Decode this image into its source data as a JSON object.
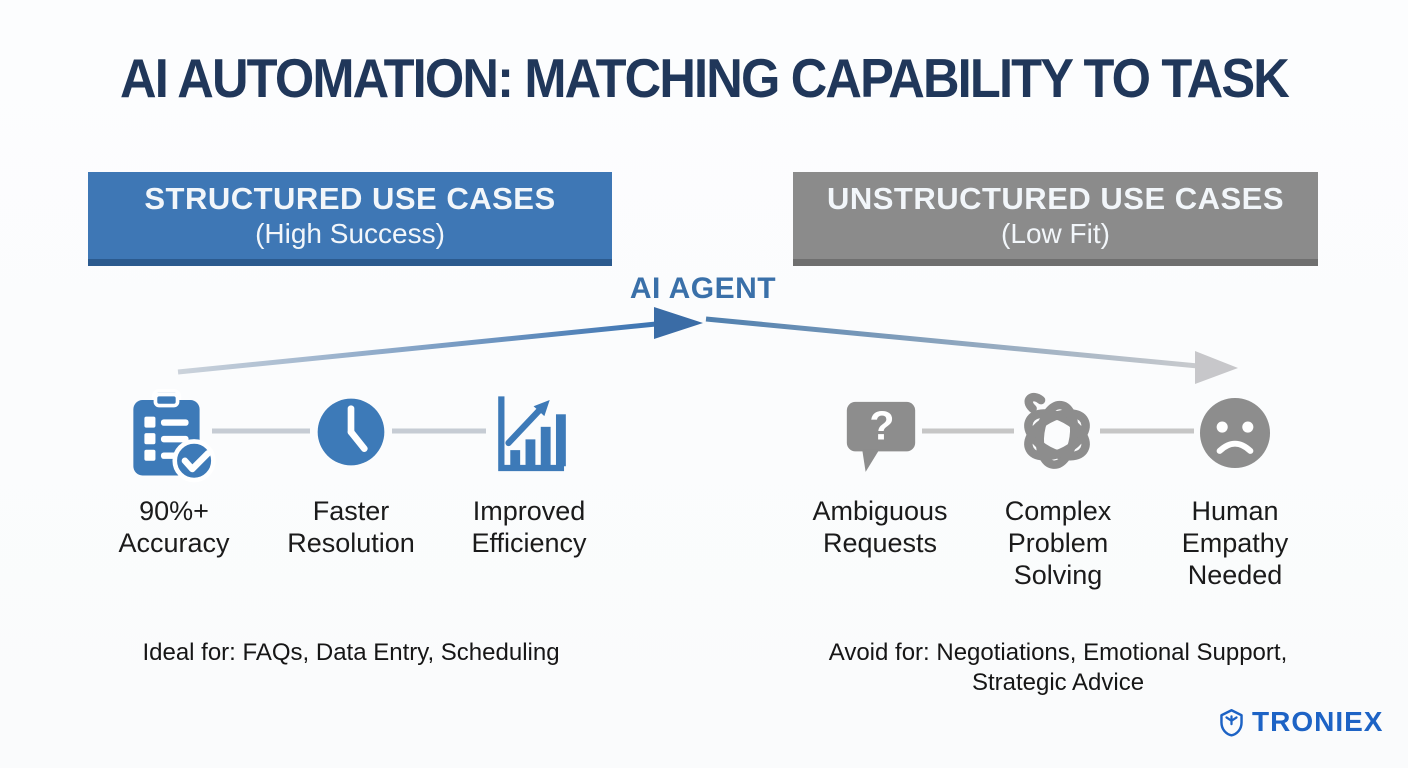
{
  "title": "AI AUTOMATION: MATCHING CAPABILITY TO TASK",
  "ai_agent_label": "AI AGENT",
  "colors": {
    "title_navy": "#20375a",
    "structured_blue": "#3e77b5",
    "unstructured_gray": "#8b8b8b",
    "icon_blue": "#3d7ab8",
    "icon_gray": "#8d8d8d",
    "agent_blue": "#3a70a9",
    "connector_gray": "#c6ccd4",
    "logo_blue": "#1d63c5"
  },
  "structured": {
    "header": "STRUCTURED USE CASES",
    "subheader": "(High Success)",
    "items": [
      {
        "icon": "clipboard-check-icon",
        "label": "90%+\nAccuracy"
      },
      {
        "icon": "clock-icon",
        "label": "Faster\nResolution"
      },
      {
        "icon": "bar-chart-growth-icon",
        "label": "Improved\nEfficiency"
      }
    ],
    "footnote": "Ideal for: FAQs, Data Entry, Scheduling"
  },
  "unstructured": {
    "header": "UNSTRUCTURED USE CASES",
    "subheader": "(Low Fit)",
    "items": [
      {
        "icon": "question-bubble-icon",
        "label": "Ambiguous\nRequests"
      },
      {
        "icon": "tangle-icon",
        "label": "Complex\nProblem\nSolving"
      },
      {
        "icon": "sad-face-icon",
        "label": "Human\nEmpathy\nNeeded"
      }
    ],
    "footnote": "Avoid for: Negotiations, Emotional Support,\nStrategic Advice"
  },
  "logo": {
    "text": "TRONIEX",
    "icon": "troniex-shield-icon"
  }
}
